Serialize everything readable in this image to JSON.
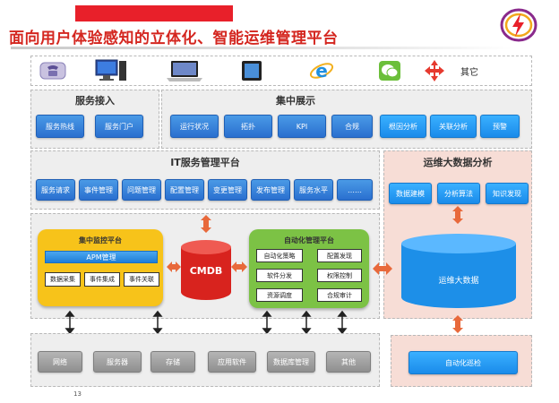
{
  "title": "面向用户体验感知的立体化、智能运维管理平台",
  "devices": {
    "icons": [
      "phone-icon",
      "server-icon",
      "laptop-icon",
      "tablet-icon",
      "ie-browser-icon",
      "wechat-icon",
      "arrows-icon"
    ],
    "other_label": "其它"
  },
  "service_access": {
    "title": "服务接入",
    "items": [
      "服务热线",
      "服务门户"
    ]
  },
  "central_display": {
    "title": "集中展示",
    "items": [
      "运行状况",
      "拓扑",
      "KPI",
      "合规"
    ],
    "highlight_items": [
      "根因分析",
      "关联分析",
      "预警"
    ]
  },
  "itsm": {
    "title": "IT服务管理平台",
    "items": [
      "服务请求",
      "事件管理",
      "问题管理",
      "配置管理",
      "变更管理",
      "发布管理",
      "服务水平",
      "……"
    ]
  },
  "big_data": {
    "title": "运维大数据分析",
    "items": [
      "数据建模",
      "分析算法",
      "知识发现"
    ],
    "cylinder_label": "运维大数据",
    "bottom_button": "自动化巡检"
  },
  "monitor": {
    "title": "集中监控平台",
    "apm": "APM管理",
    "items": [
      "数据采集",
      "事件集成",
      "事件关联"
    ]
  },
  "cmdb": {
    "label": "CMDB"
  },
  "automation": {
    "title": "自动化管理平台",
    "items": [
      "自动化策略",
      "配置发现",
      "软件分发",
      "权限控制",
      "资源调度",
      "合规审计"
    ]
  },
  "infrastructure": {
    "items": [
      "网络",
      "服务器",
      "存储",
      "应用软件",
      "数据库管理",
      "其他"
    ]
  },
  "colors": {
    "title_red": "#d4261f",
    "blue": "#2a6fcf",
    "orange_arrow": "#e8693b",
    "monitor_yellow": "#f7c31a",
    "automation_green": "#7cc245",
    "cmdb_red": "#d8231e"
  },
  "page_number": "13"
}
